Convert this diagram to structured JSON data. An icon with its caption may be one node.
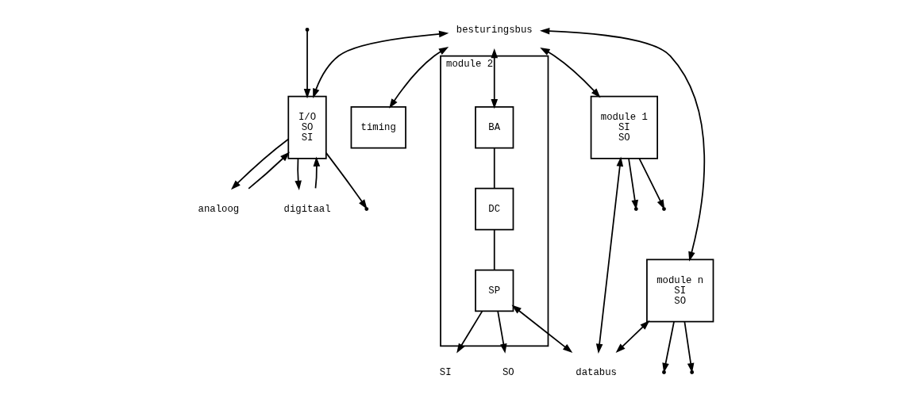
{
  "diagram": {
    "nodes": [
      {
        "text": [
          "besturingsbus"
        ]
      },
      {
        "text": [
          "timing"
        ]
      },
      {
        "text": [
          "I/O",
          "SO",
          "SI"
        ]
      },
      {
        "text": [
          "module 1",
          "SI",
          "SO"
        ]
      },
      {
        "text": [
          "module 2"
        ]
      },
      {
        "text": [
          "BA"
        ],
        "in": 4
      },
      {
        "text": [
          "DC"
        ],
        "in": 4
      },
      {
        "text": [
          "SP"
        ],
        "in": 4
      },
      {
        "text": [
          "SI"
        ]
      },
      {
        "text": [
          "SO"
        ]
      },
      {
        "text": [
          "module n",
          "SI",
          "SO"
        ]
      },
      {
        "text": [
          "analoog"
        ]
      },
      {
        "text": [
          "digitaal"
        ]
      },
      {
        "text": [
          "databus"
        ]
      }
    ],
    "edges": [
      {
        "from": 1,
        "to": 0,
        "arrow": "both"
      },
      {
        "from": 2,
        "to": 0,
        "arrow": "both"
      },
      {
        "from": 3,
        "to": 0,
        "arrow": "both"
      },
      {
        "from": 5,
        "to": 0,
        "arrow": "both"
      },
      {
        "from": 10,
        "to": 0,
        "arrow": "both"
      },
      {
        "from": 5,
        "to": 6,
        "arrow": "none"
      },
      {
        "from": 6,
        "to": 7,
        "arrow": "none"
      },
      {
        "from": 7,
        "to": 8,
        "arrow": "to"
      },
      {
        "from": 7,
        "to": 9,
        "arrow": "to"
      },
      {
        "from": 2,
        "to": null,
        "arrow": "to"
      },
      {
        "from": null,
        "to": 2,
        "arrow": "to"
      },
      {
        "from": 3,
        "to": null,
        "arrow": "to"
      },
      {
        "from": 3,
        "to": null,
        "arrow": "to"
      },
      {
        "from": 10,
        "to": null,
        "arrow": "to"
      },
      {
        "from": 10,
        "to": null,
        "arrow": "to"
      },
      {
        "from": 11,
        "to": 2,
        "arrow": "to"
      },
      {
        "from": 2,
        "to": 11,
        "arrow": "to"
      },
      {
        "from": 12,
        "to": 2,
        "arrow": "to"
      },
      {
        "from": 2,
        "to": 12,
        "arrow": "to"
      },
      {
        "from": 3,
        "to": 13,
        "arrow": "both"
      },
      {
        "from": 7,
        "to": 13,
        "arrow": "both"
      },
      {
        "from": 10,
        "to": 13,
        "arrow": "both"
      }
    ]
  }
}
